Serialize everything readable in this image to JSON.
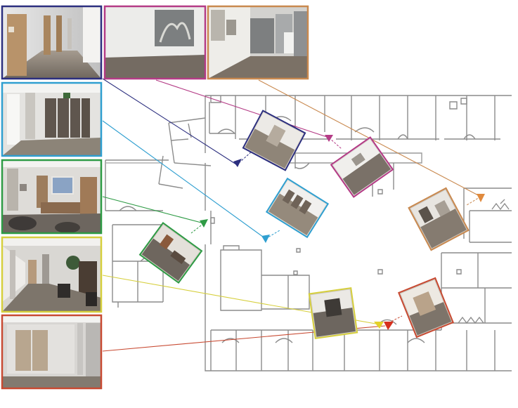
{
  "figure": {
    "caption": "",
    "colors": {
      "navy": "#2c2f7f",
      "magenta": "#b43b86",
      "orange": "#c9894f",
      "cyan": "#2f9fd0",
      "green": "#2e9b45",
      "yellow": "#d6cf3d",
      "red": "#c84a32"
    },
    "photos": [
      {
        "id": "photo-hallway-doors",
        "color": "navy",
        "scene": "hallway-with-doors"
      },
      {
        "id": "photo-wall-artwork",
        "color": "magenta",
        "scene": "wall-with-artwork"
      },
      {
        "id": "photo-cubicles",
        "color": "orange",
        "scene": "cubicle-area"
      },
      {
        "id": "photo-cabinets",
        "color": "cyan",
        "scene": "storage-cabinets"
      },
      {
        "id": "photo-lobby-desk",
        "color": "green",
        "scene": "lobby-with-desk"
      },
      {
        "id": "photo-long-corridor",
        "color": "yellow",
        "scene": "long-corridor"
      },
      {
        "id": "photo-double-door",
        "color": "red",
        "scene": "double-door"
      }
    ],
    "pose_markers": [
      "navy",
      "magenta",
      "orange",
      "cyan",
      "green",
      "yellow",
      "red"
    ]
  }
}
